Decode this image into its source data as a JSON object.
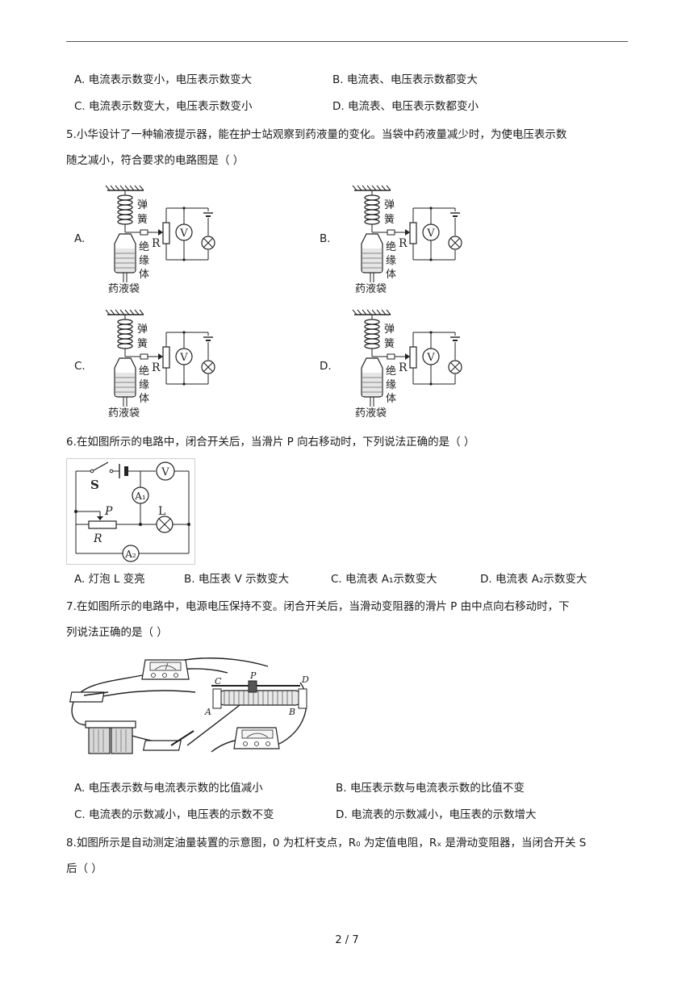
{
  "q4": {
    "opt_a": "A. 电流表示数变小，电压表示数变大",
    "opt_b": "B. 电流表、电压表示数都变大",
    "opt_c": "C. 电流表示数变大，电压表示数变小",
    "opt_d": "D. 电流表、电压表示数都变小"
  },
  "q5": {
    "line1": "5.小华设计了一种输液提示器，能在护士站观察到药液量的变化。当袋中药液量减少时，为使电压表示数",
    "line2": "随之减小，符合要求的电路图是（    ）",
    "labels": [
      "A.",
      "B.",
      "C.",
      "D."
    ],
    "diagram": {
      "spring": "弹簧",
      "insulator": "绝缘体",
      "bag": "药液袋",
      "resistor": "R",
      "voltmeter": "V"
    }
  },
  "q6": {
    "line1": "6.在如图所示的电路中，闭合开关后，当滑片 P 向右移动时，下列说法正确的是（    ）",
    "diagram": {
      "switch": "S",
      "voltmeter": "V",
      "ammeter1": "A₁",
      "lamp": "L",
      "slider": "P",
      "resistor": "R",
      "ammeter2": "A₂"
    },
    "opt_a": "A. 灯泡 L 变亮",
    "opt_b": "B. 电压表 V 示数变大",
    "opt_c": "C. 电流表 A₁示数变大",
    "opt_d": "D. 电流表 A₂示数变大"
  },
  "q7": {
    "line1": "7.在如图所示的电路中，电源电压保持不变。闭合开关后，当滑动变阻器的滑片 P 由中点向右移动时，下",
    "line2": "列说法正确的是（    ）",
    "diagram": {
      "c": "C",
      "p": "P",
      "d": "D",
      "a": "A",
      "b": "B"
    },
    "opt_a": "A. 电压表示数与电流表示数的比值减小",
    "opt_b": "B. 电压表示数与电流表示数的比值不变",
    "opt_c": "C. 电流表的示数减小，电压表的示数不变",
    "opt_d": "D. 电流表的示数减小，电压表的示数增大"
  },
  "q8": {
    "line1": "8.如图所示是自动测定油量装置的示意图，0 为杠杆支点，R₀ 为定值电阻，Rₓ 是滑动变阻器，当闭合开关 S",
    "line2": "后（    ）"
  },
  "footer": {
    "page": "2  /  7"
  }
}
